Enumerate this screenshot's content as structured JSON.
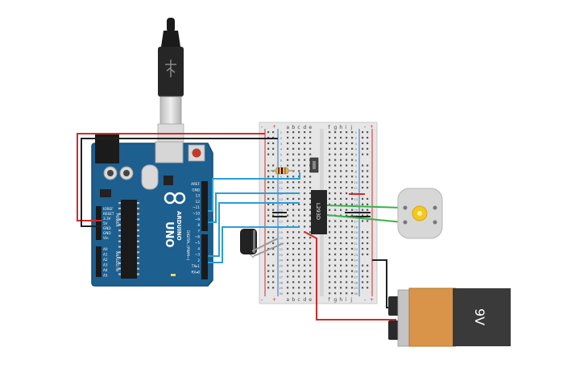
{
  "colors": {
    "board_blue": "#1d5f8f",
    "board_edge": "#164d74",
    "wire_red": "#d42a2a",
    "wire_black": "#222222",
    "wire_blue": "#2a9fd6",
    "wire_green": "#3ab34a",
    "battery_orange": "#d9944a",
    "battery_dark": "#3a3a3a",
    "breadboard": "#e6e6e6"
  },
  "arduino": {
    "brand": "ARDUINO",
    "model": "UNO",
    "power_header_labels": [
      "IOREF",
      "RESET",
      "3.3V",
      "5V",
      "GND",
      "GND",
      "Vin"
    ],
    "analog_header_labels": [
      "A0",
      "A1",
      "A2",
      "A3",
      "A4",
      "A5"
    ],
    "digital_header_labels": [
      "AREF",
      "GND",
      "13",
      "12",
      "~11",
      "~10",
      "~9",
      "8",
      "7",
      "~6",
      "~5",
      "4",
      "~3",
      "2",
      "TX▸1",
      "RX◂0"
    ],
    "power_label": "POWER",
    "analog_label": "ANALOG IN",
    "digital_label": "DIGITAL (PWM~)"
  },
  "breadboard": {
    "column_labels_left": [
      "a",
      "b",
      "c",
      "d",
      "e"
    ],
    "column_labels_right": [
      "f",
      "g",
      "h",
      "i",
      "j"
    ],
    "row_numbers": [
      "1",
      "2",
      "3",
      "4",
      "5",
      "6",
      "7",
      "8",
      "9",
      "10",
      "11",
      "12",
      "13",
      "14",
      "15",
      "16",
      "17",
      "18",
      "19",
      "20",
      "21",
      "22",
      "23",
      "24",
      "25",
      "26",
      "27",
      "28",
      "29",
      "30"
    ],
    "rail_plus": "+",
    "rail_minus": "-"
  },
  "chip": {
    "label": "L293D"
  },
  "battery": {
    "label": "9V"
  }
}
